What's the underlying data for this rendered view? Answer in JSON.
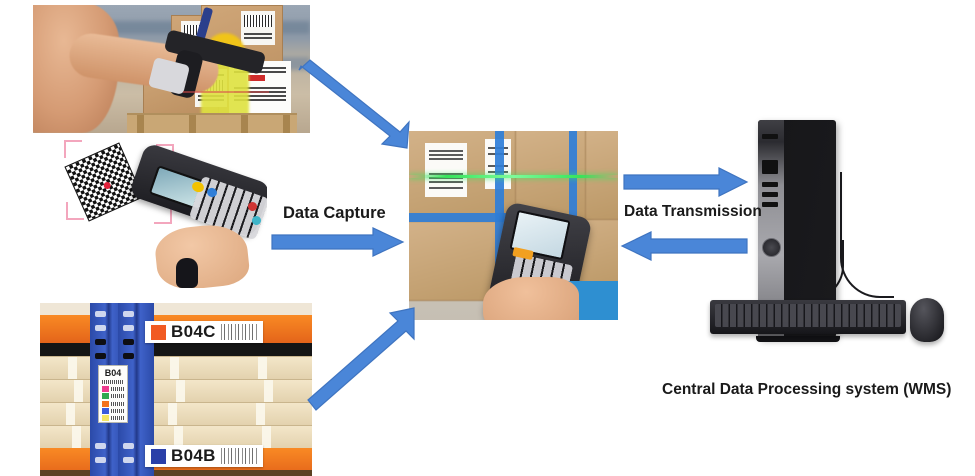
{
  "diagram": {
    "title_elements": {
      "data_capture": "Data Capture",
      "data_transmission": "Data Transmission",
      "central_system": "Central Data Processing system (WMS)"
    },
    "colors": {
      "arrow_blue": "#4a86d8",
      "arrow_blue_dark": "#3f74c0",
      "rack_beam_orange": "#ef7220",
      "rack_upright_blue": "#3151ad",
      "laser_green": "#3ae55e",
      "strap_blue": "#2f7ed8",
      "label_text": "#1a1a1a"
    },
    "photos": [
      {
        "id": "photo-scan-gun",
        "name": "barcode-scanner-gun-photo",
        "description": "Warehouse worker holding a handheld barcode scanner gun aimed at cardboard cartons with shipping labels stacked on a wooden pallet"
      },
      {
        "id": "photo-handheld",
        "name": "handheld-terminal-photo",
        "description": "Hand holding a rugged handheld mobile computer scanning a tilted 2D data matrix code with red aiming reticle"
      },
      {
        "id": "photo-center",
        "name": "scanning-cartons-photo",
        "description": "Hand holding a handheld scanner emitting a green laser line across blue-strapped cardboard cartons"
      },
      {
        "id": "photo-rack",
        "name": "warehouse-racking-photo",
        "description": "Pallet racking with orange beams, blue upright and barcode location labels"
      }
    ],
    "rack_labels": [
      {
        "code": "B04C",
        "swatch_color": "#f15a22",
        "position": "upper-beam"
      },
      {
        "code": "B04B",
        "swatch_color": "#2a3fa8",
        "position": "lower-beam"
      }
    ],
    "rack_vertical_tag": {
      "header": "B04",
      "rows": [
        {
          "color": "#ec3c8f"
        },
        {
          "color": "#2fa84f"
        },
        {
          "color": "#f2711c"
        },
        {
          "color": "#3b5bdb"
        },
        {
          "color": "#f5e663"
        }
      ]
    },
    "arrows": [
      {
        "name": "arrow-scan-gun-to-center",
        "direction": "down-right",
        "label": ""
      },
      {
        "name": "arrow-handheld-to-center",
        "direction": "right",
        "label": "Data Capture"
      },
      {
        "name": "arrow-rack-to-center",
        "direction": "up-right",
        "label": ""
      },
      {
        "name": "arrow-center-to-pc",
        "direction": "right",
        "label": "Data Transmission"
      },
      {
        "name": "arrow-pc-to-center",
        "direction": "left",
        "label": "Data Transmission"
      }
    ],
    "computer": {
      "name": "desktop-computer",
      "components": [
        "tower",
        "keyboard",
        "mouse"
      ],
      "caption": "Central Data Processing system (WMS)"
    }
  }
}
